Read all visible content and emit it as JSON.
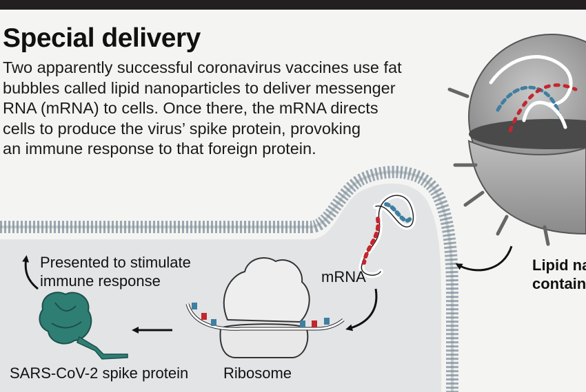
{
  "header": {
    "title": "Special delivery",
    "intro_lines": [
      "Two apparently successful coronavirus vaccines use fat",
      "bubbles called lipid nanoparticles to deliver messenger",
      "RNA (mRNA) to cells. Once there, the mRNA directs",
      "cells to produce the virus’ spike protein, provoking",
      "an immune response to that foreign protein."
    ]
  },
  "labels": {
    "presented_line1": "Presented to stimulate",
    "presented_line2": "immune response",
    "mrna": "mRNA",
    "spike": "SARS-CoV-2 spike protein",
    "ribosome": "Ribosome",
    "lipid_line1": "Lipid na",
    "lipid_line2": "contain"
  },
  "colors": {
    "membrane": "#9aa7b0",
    "cytoplasm": "#e2e4e6",
    "spike_protein": "#2e7e74",
    "rna_red": "#c4262e",
    "rna_blue": "#3f7fa0"
  }
}
